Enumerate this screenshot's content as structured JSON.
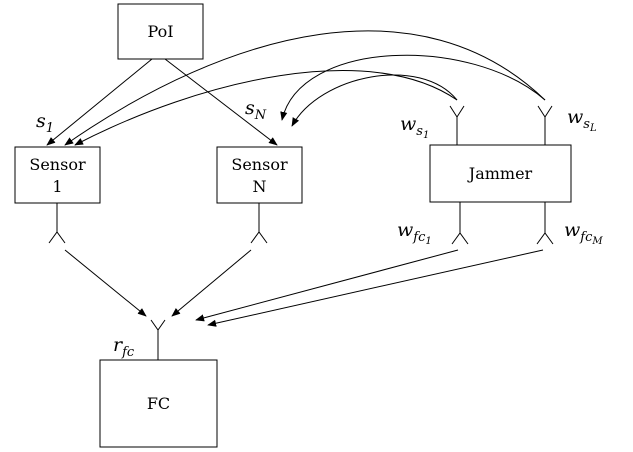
{
  "nodes": {
    "poi": "PoI",
    "sensor1": [
      "Sensor",
      "1"
    ],
    "sensorN": [
      "Sensor",
      "N"
    ],
    "jammer": "Jammer",
    "fc": "FC"
  },
  "labels": {
    "s1": {
      "base": "s",
      "sub": "1"
    },
    "sN": {
      "base": "s",
      "sub": "N"
    },
    "ws1": {
      "base": "w",
      "sub": "s",
      "subsub": "1"
    },
    "wsL": {
      "base": "w",
      "sub": "s",
      "subsub": "L"
    },
    "wfc1": {
      "base": "w",
      "sub": "fc",
      "subsub": "1"
    },
    "wfcM": {
      "base": "w",
      "sub": "fc",
      "subsub": "M"
    },
    "rfc": {
      "base": "r",
      "sub": "fc"
    }
  }
}
